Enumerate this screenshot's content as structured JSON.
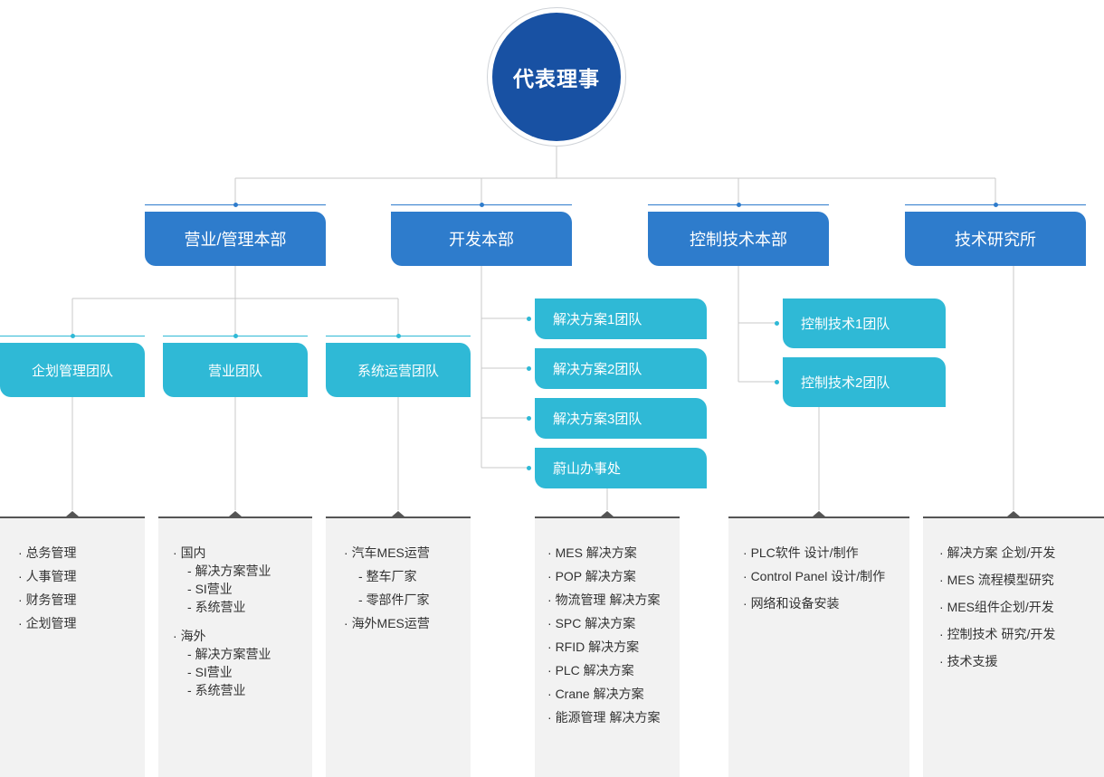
{
  "ceo": {
    "label": "代表理事"
  },
  "divisions": [
    {
      "label": "营业/管理本部"
    },
    {
      "label": "开发本部"
    },
    {
      "label": "控制技术本部"
    },
    {
      "label": "技术研究所"
    }
  ],
  "sales_teams": [
    {
      "label": "企划管理团队"
    },
    {
      "label": "营业团队"
    },
    {
      "label": "系统运营团队"
    }
  ],
  "dev_teams": [
    {
      "label": "解决方案1团队"
    },
    {
      "label": "解决方案2团队"
    },
    {
      "label": "解决方案3团队"
    },
    {
      "label": "蔚山办事处"
    }
  ],
  "control_teams": [
    {
      "label": "控制技术1团队"
    },
    {
      "label": "控制技术2团队"
    }
  ],
  "panels": {
    "planning": [
      "总务管理",
      "人事管理",
      "财务管理",
      "企划管理"
    ],
    "sales": {
      "domestic": "国内",
      "domestic_items": [
        "解决方案营业",
        "SI营业",
        "系统营业"
      ],
      "overseas": "海外",
      "overseas_items": [
        "解决方案营业",
        "SI营业",
        "系统营业"
      ]
    },
    "system_ops": {
      "auto": "汽车MES运营",
      "auto_items": [
        "整车厂家",
        "零部件厂家"
      ],
      "overseas": "海外MES运营"
    },
    "dev": [
      "MES 解决方案",
      "POP 解决方案",
      "物流管理 解决方案",
      "SPC 解决方案",
      "RFID 解决方案",
      "PLC 解决方案",
      "Crane 解决方案",
      "能源管理 解决方案"
    ],
    "control": [
      "PLC软件 设计/制作",
      "Control Panel 设计/制作",
      "网络和设备安装"
    ],
    "research": [
      "解决方案 企划/开发",
      "MES 流程模型研究",
      "MES组件企划/开发",
      "控制技术 研究/开发",
      "技术支援"
    ]
  },
  "colors": {
    "ceo": "#1851a3",
    "division": "#2e7ccc",
    "team": "#2fb9d6",
    "panel_bg": "#f2f2f2"
  }
}
